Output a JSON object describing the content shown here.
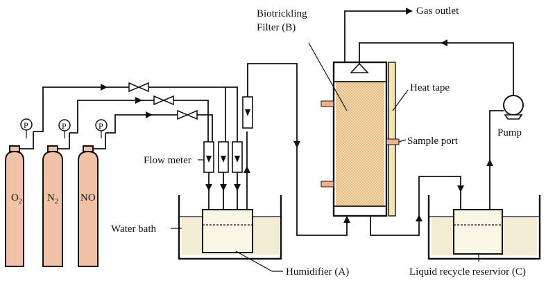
{
  "labels": {
    "biotrickling_line1": "Biotrickling",
    "biotrickling_line2": "Filter (B)",
    "gas_outlet": "Gas outlet",
    "heat_tape": "Heat tape",
    "sample_port": "Sample port",
    "pump": "Pump",
    "flow_meter": "Flow meter",
    "water_bath": "Water bath",
    "humidifier": "Humidifier (A)",
    "reservoir": "Liquid recycle reservior (C)"
  },
  "cylinders": [
    {
      "main": "O",
      "sub": "2"
    },
    {
      "main": "N",
      "sub": "2"
    },
    {
      "main": "NO",
      "sub": ""
    }
  ],
  "gauge_label": "P",
  "colors": {
    "cylinder": "#f2c2a6",
    "packing": "#f5d9a8",
    "heat_tape": "#f3e6b0",
    "water": "#f1ecd2",
    "port": "#f0b090"
  }
}
